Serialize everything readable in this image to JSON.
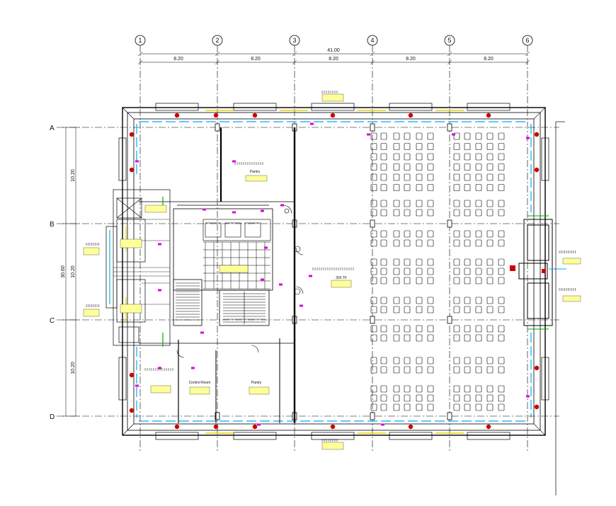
{
  "grid": {
    "columns": [
      "1",
      "2",
      "3",
      "4",
      "5",
      "6"
    ],
    "rows": [
      "A",
      "B",
      "C",
      "D"
    ]
  },
  "dimensions": {
    "overall": "41.00",
    "bays": [
      "8.20",
      "8.20",
      "8.20",
      "8.20",
      "8.20"
    ],
    "left_overall": "30.60",
    "left_bays": [
      "10.20",
      "10.20",
      "10.20"
    ]
  },
  "rooms": {
    "pantry_top": "Pantry",
    "control_room": "Control Room",
    "pantry_bottom": "Pantry",
    "hall": "303 TF"
  },
  "colors": {
    "line": "#000000",
    "window_blue": "#00aaff",
    "column_red": "#cc0000",
    "tag_yellow": "#ffff99",
    "accent_magenta": "#dd00dd",
    "accent_green": "#00aa00",
    "accent_cyan": "#00bbdd"
  }
}
